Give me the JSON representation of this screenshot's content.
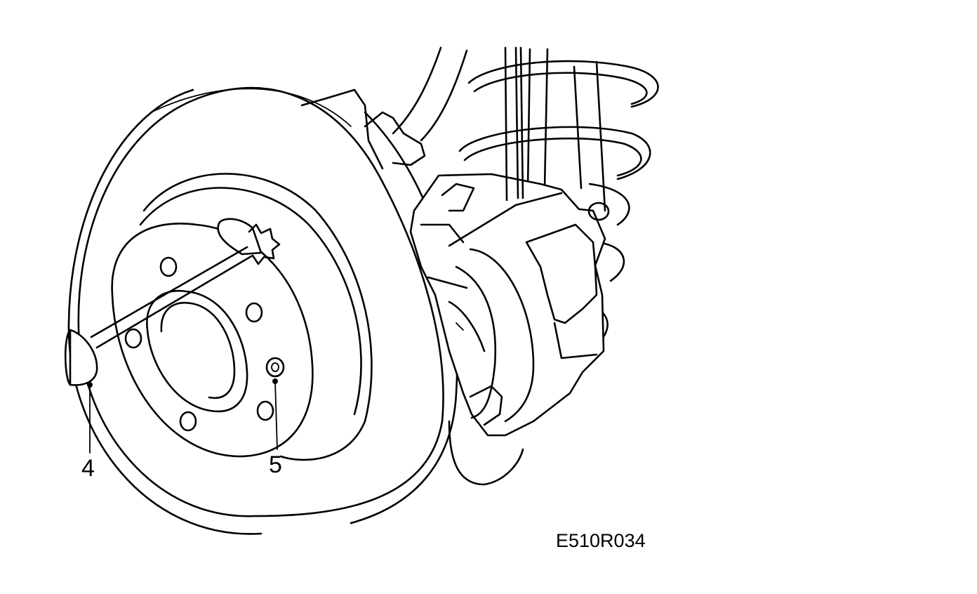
{
  "figure": {
    "callouts": [
      {
        "id": "4",
        "label": "4"
      },
      {
        "id": "5",
        "label": "5"
      }
    ],
    "figure_code": "E510R034",
    "ink_color": "#000000",
    "background_color": "#ffffff"
  }
}
